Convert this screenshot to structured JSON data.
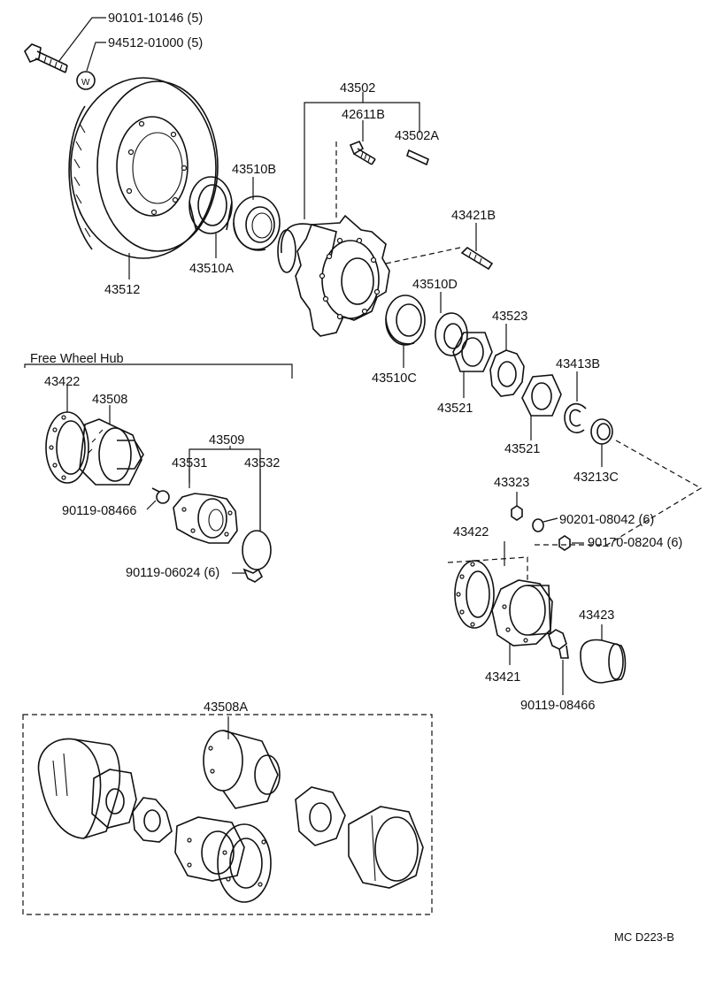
{
  "labels": {
    "p90101": "90101-10146 (5)",
    "p94512": "94512-01000 (5)",
    "washer_mark": "W",
    "p43502": "43502",
    "p42611B": "42611B",
    "p43502A": "43502A",
    "p43510B": "43510B",
    "p43512": "43512",
    "p43510A": "43510A",
    "p43421B": "43421B",
    "p43510D": "43510D",
    "p43523": "43523",
    "p43510C": "43510C",
    "p43521a": "43521",
    "p43413B": "43413B",
    "p43521b": "43521",
    "p43213C": "43213C",
    "free_wheel_hub": "Free Wheel Hub",
    "p43422a": "43422",
    "p43508": "43508",
    "p43509": "43509",
    "p43531": "43531",
    "p43532": "43532",
    "p90119a": "90119-08466",
    "p90119_06024": "90119-06024 (6)",
    "p43323": "43323",
    "p90201": "90201-08042 (6)",
    "p90170": "90170-08204 (6)",
    "p43422b": "43422",
    "p43423": "43423",
    "p43421": "43421",
    "p90119b": "90119-08466",
    "p43508A": "43508A",
    "drawing_code": "MC  D223-B"
  }
}
